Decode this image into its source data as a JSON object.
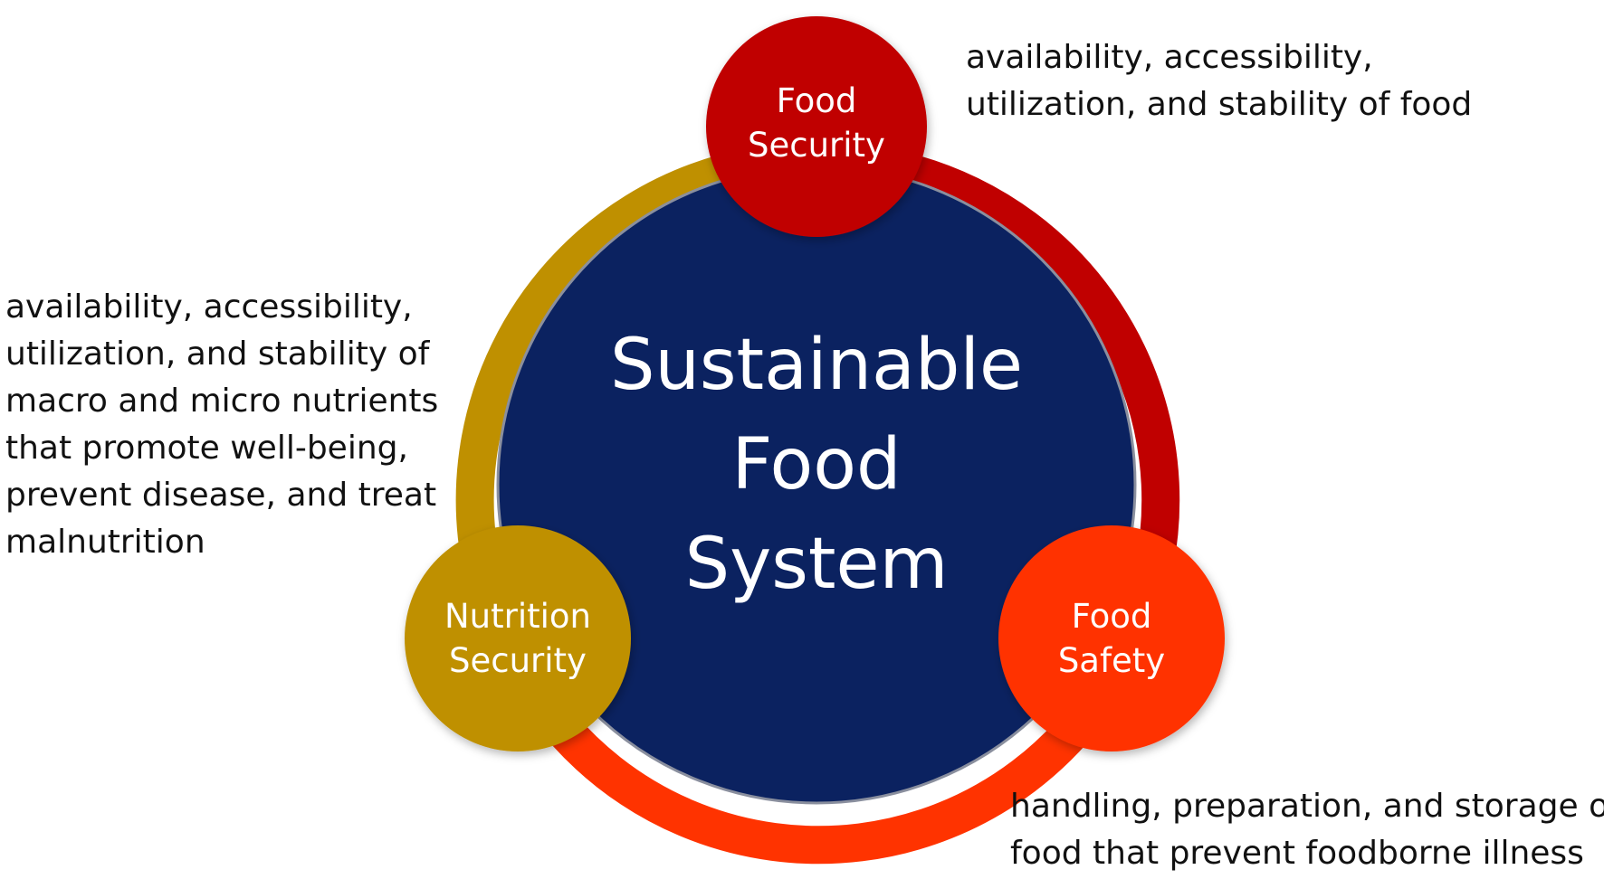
{
  "colors": {
    "center_fill": "#0b2260",
    "center_outline": "#8a8f9e",
    "food_security": "#c00000",
    "nutrition_security": "#bf9000",
    "food_safety": "#ff3300",
    "text_on_circle": "#ffffff",
    "caption_text": "#111111"
  },
  "center": {
    "line1": "Sustainable",
    "line2": "Food",
    "line3": "System"
  },
  "nodes": {
    "food_security": {
      "line1": "Food",
      "line2": "Security"
    },
    "nutrition_security": {
      "line1": "Nutrition",
      "line2": "Security"
    },
    "food_safety": {
      "line1": "Food",
      "line2": "Safety"
    }
  },
  "captions": {
    "food_security": [
      "availability, accessibility,",
      "utilization, and stability of food"
    ],
    "nutrition_security": [
      "availability, accessibility,",
      "utilization, and stability of",
      "macro and micro nutrients",
      "that promote well-being,",
      "prevent disease, and treat",
      "malnutrition"
    ],
    "food_safety": [
      "handling, preparation, and storage of",
      "food that prevent foodborne illness"
    ]
  }
}
